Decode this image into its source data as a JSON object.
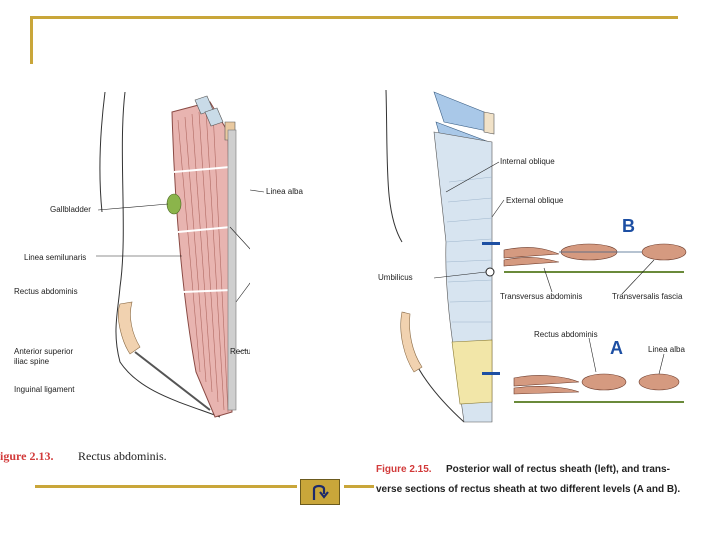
{
  "left_figure": {
    "labels": {
      "gallbladder": "Gallbladder",
      "linea_semilunaris": "Linea semilunaris",
      "rectus_abdominis_left": "Rectus abdominis",
      "anterior_superior": "Anterior superior",
      "iliac_spine": "iliac spine",
      "inguinal_ligament": "Inguinal ligament",
      "linea_alba": "Linea alba",
      "rectus_abdominis_right": "Rectus abdominis"
    },
    "caption": {
      "figure_number": "igure 2.13.",
      "text": "Rectus abdominis."
    }
  },
  "right_figure": {
    "labels": {
      "internal_oblique": "Internal oblique",
      "external_oblique": "External oblique",
      "umbilicus": "Umbilicus",
      "transversus_abdominis": "Transversus abdominis",
      "transversalis_fascia": "Transversalis fascia",
      "rectus_abdominis": "Rectus abdominis",
      "linea_alba": "Linea alba",
      "level_b": "B",
      "level_a": "A"
    },
    "caption": {
      "figure_number": "Figure 2.15.",
      "line1": "Posterior wall of rectus sheath (left), and trans-",
      "line2": "verse sections of rectus sheath at two different levels (A and B)."
    }
  },
  "nav": {
    "home_icon": "return-u-arrow-icon"
  },
  "colors": {
    "frame": "#c9a63a",
    "muscle": "#e8b4b0",
    "fascia_blue": "#a9c8e8",
    "caption_red": "#d23a3a",
    "level_blue": "#1d4fa3"
  }
}
